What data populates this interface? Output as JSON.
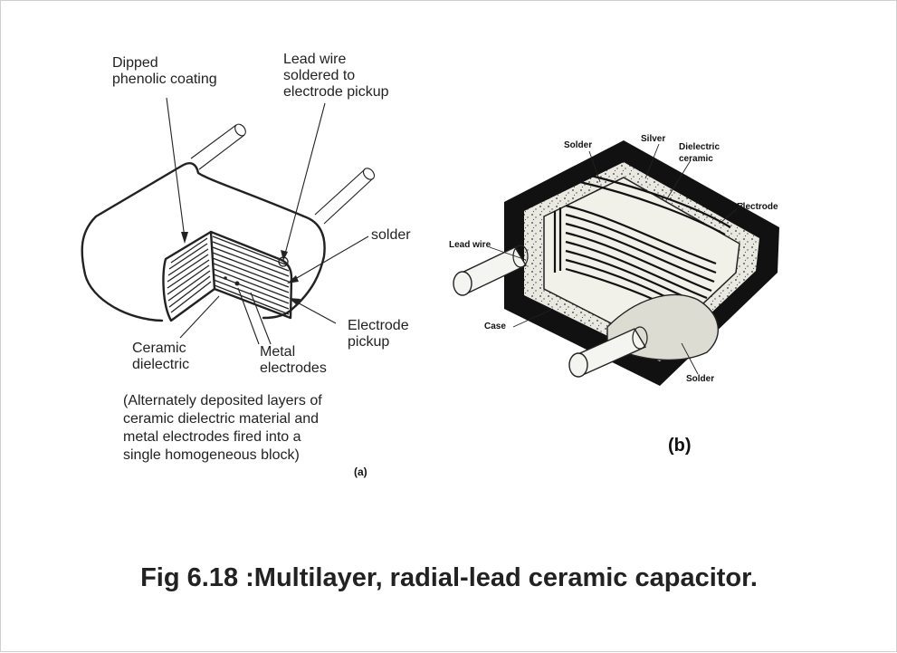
{
  "figure_a": {
    "labels": {
      "coating_line1": "Dipped",
      "coating_line2": "phenolic coating",
      "lead_line1": "Lead wire",
      "lead_line2": "soldered to",
      "lead_line3": "electrode pickup",
      "solder": "solder",
      "pickup_line1": "Electrode",
      "pickup_line2": "pickup",
      "ceramic_line1": "Ceramic",
      "ceramic_line2": "dielectric",
      "metal_line1": "Metal",
      "metal_line2": "electrodes"
    },
    "note_lines": [
      "(Alternately deposited layers of",
      "ceramic dielectric material and",
      "metal electrodes fired into a",
      "single homogeneous block)"
    ],
    "tag": "(a)"
  },
  "figure_b": {
    "labels": {
      "solder_top": "Solder",
      "silver": "Silver",
      "dielectric_line1": "Dielectric",
      "dielectric_line2": "ceramic",
      "electrode": "Electrode",
      "lead_wire": "Lead wire",
      "case": "Case",
      "solder_bottom": "Solder"
    },
    "tag": "(b)"
  },
  "caption": "Fig 6.18 :Multilayer, radial-lead ceramic capacitor."
}
